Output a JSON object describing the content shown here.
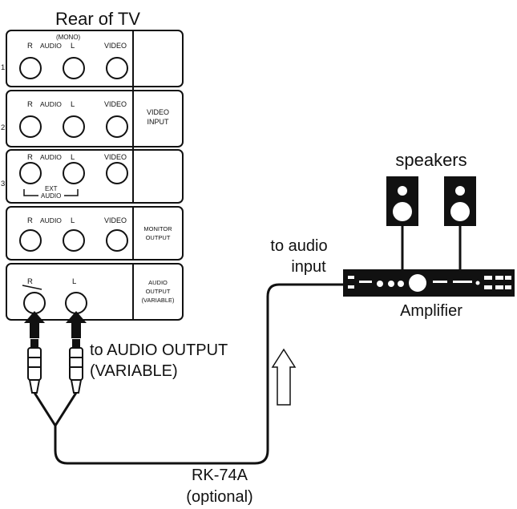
{
  "title": "Rear of TV",
  "panels": [
    {
      "row": "1",
      "jacks": {
        "r": "R",
        "audio": "AUDIO",
        "l": "L",
        "video": "VIDEO"
      },
      "extra": "(MONO)",
      "side": []
    },
    {
      "row": "2",
      "jacks": {
        "r": "R",
        "audio": "AUDIO",
        "l": "L",
        "video": "VIDEO"
      },
      "side": [
        "VIDEO",
        "INPUT"
      ]
    },
    {
      "row": "3",
      "jacks": {
        "r": "R",
        "audio": "AUDIO",
        "l": "L",
        "video": "VIDEO"
      },
      "ext": [
        "EXT",
        "AUDIO"
      ],
      "side": []
    },
    {
      "jacks": {
        "r": "R",
        "audio": "AUDIO",
        "l": "L",
        "video": "VIDEO"
      },
      "side": [
        "MONITOR",
        "OUTPUT"
      ]
    },
    {
      "jacks": {
        "r": "R",
        "l": "L"
      },
      "side": [
        "AUDIO",
        "OUTPUT",
        "(VARIABLE)"
      ]
    }
  ],
  "labels": {
    "to_audio_output": [
      "to AUDIO OUTPUT",
      "(VARIABLE)"
    ],
    "speakers": "speakers",
    "to_audio_input": [
      "to audio",
      "input"
    ],
    "amplifier": "Amplifier",
    "cable": [
      "RK-74A",
      "(optional)"
    ]
  }
}
